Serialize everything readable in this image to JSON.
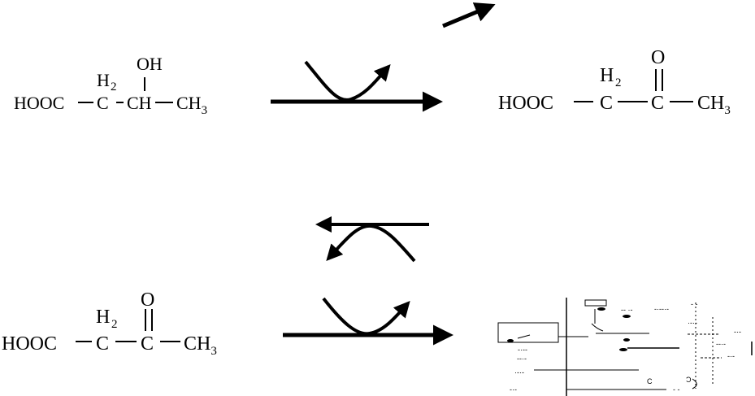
{
  "reaction_top": {
    "reactant": {
      "left_group": "HOOC",
      "ch2": {
        "atom": "C",
        "h_label": "H",
        "h_sub": "2"
      },
      "ch": {
        "atom": "CH",
        "sub_group": "OH"
      },
      "right_group": {
        "base": "CH",
        "sub": "3"
      }
    },
    "product": {
      "left_group": "HOOC",
      "ch2": {
        "atom": "C",
        "h_label": "H",
        "h_sub": "2"
      },
      "carbonyl": {
        "atom": "C",
        "oxygen": "O"
      },
      "right_group": {
        "base": "CH",
        "sub": "3"
      }
    }
  },
  "reaction_bottom": {
    "reactant": {
      "left_group": "HOOC",
      "ch2": {
        "atom": "C",
        "h_label": "H",
        "h_sub": "2"
      },
      "carbonyl": {
        "atom": "C",
        "oxygen": "O"
      },
      "right_group": {
        "base": "CH",
        "sub": "3"
      }
    }
  },
  "fragment_labels": [
    "-- ·-",
    "-·--·-",
    "- -",
    "-·--",
    "--·-",
    "·-·-",
    "-·-",
    "C",
    "Ɔ"
  ],
  "colors": {
    "ink": "#000000",
    "background": "#ffffff"
  }
}
